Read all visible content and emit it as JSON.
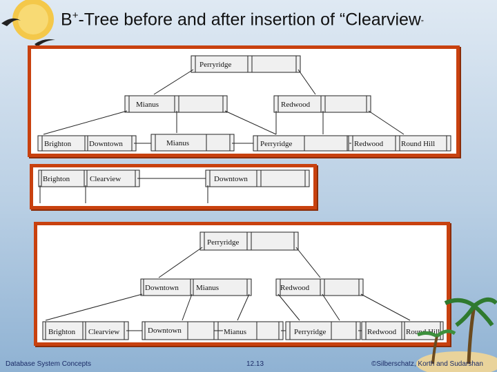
{
  "slide": {
    "title_main": "B",
    "title_sup": "+",
    "title_rest": "-Tree before and after insertion of “Clearview",
    "title_end": "”"
  },
  "before_tree": {
    "root": [
      "Perryridge"
    ],
    "internal_left": [
      "Mianus"
    ],
    "internal_right": [
      "Redwood"
    ],
    "leaf1": [
      "Brighton",
      "Downtown"
    ],
    "leaf2": [
      "Mianus"
    ],
    "leaf3": [
      "Perryridge"
    ],
    "leaf4": [
      "Redwood",
      "Round Hill"
    ]
  },
  "split_leaves": {
    "leaf_a": [
      "Brighton",
      "Clearview"
    ],
    "leaf_b": [
      "Downtown"
    ]
  },
  "after_tree": {
    "root": [
      "Perryridge"
    ],
    "internal_left": [
      "Downtown",
      "Mianus"
    ],
    "internal_right": [
      "Redwood"
    ],
    "leaf1": [
      "Brighton",
      "Clearview"
    ],
    "leaf2": [
      "Downtown"
    ],
    "leaf3": [
      "Mianus"
    ],
    "leaf4": [
      "Perryridge"
    ],
    "leaf5": [
      "Redwood",
      "Round Hill"
    ]
  },
  "footer": {
    "left": "Database System Concepts",
    "center": "12.13",
    "right": "©Silberschatz, Korth and Sudarshan"
  },
  "colors": {
    "panel_border": "#c8410f",
    "node_fill": "#f0f0f0"
  }
}
